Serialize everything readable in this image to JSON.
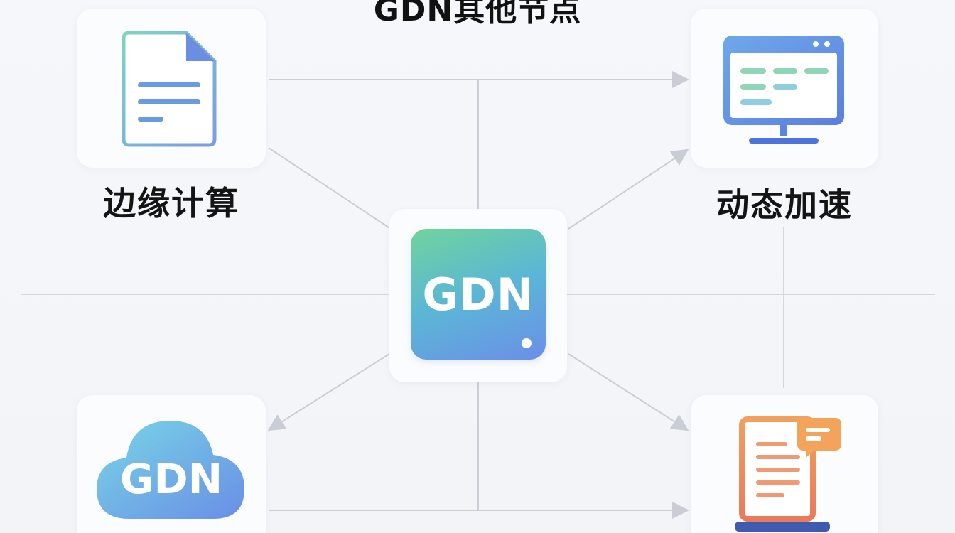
{
  "title": "GDN其他节点",
  "nodes": {
    "top_left_label": "边缘计算",
    "top_right_label": "动态加速",
    "center_label": "GDN",
    "bottom_left_label": "GDN"
  },
  "colors": {
    "background": "#f4f6f9",
    "line": "#c9ced6",
    "center_gradient_start": "#6fd49c",
    "center_gradient_end": "#6b8fe8",
    "monitor_blue": "#5b86e5",
    "doc_orange": "#f08a5d"
  },
  "icons": {
    "top_left": "document-icon",
    "top_right": "monitor-icon",
    "bottom_left": "cloud-icon",
    "bottom_right": "laptop-document-icon"
  }
}
